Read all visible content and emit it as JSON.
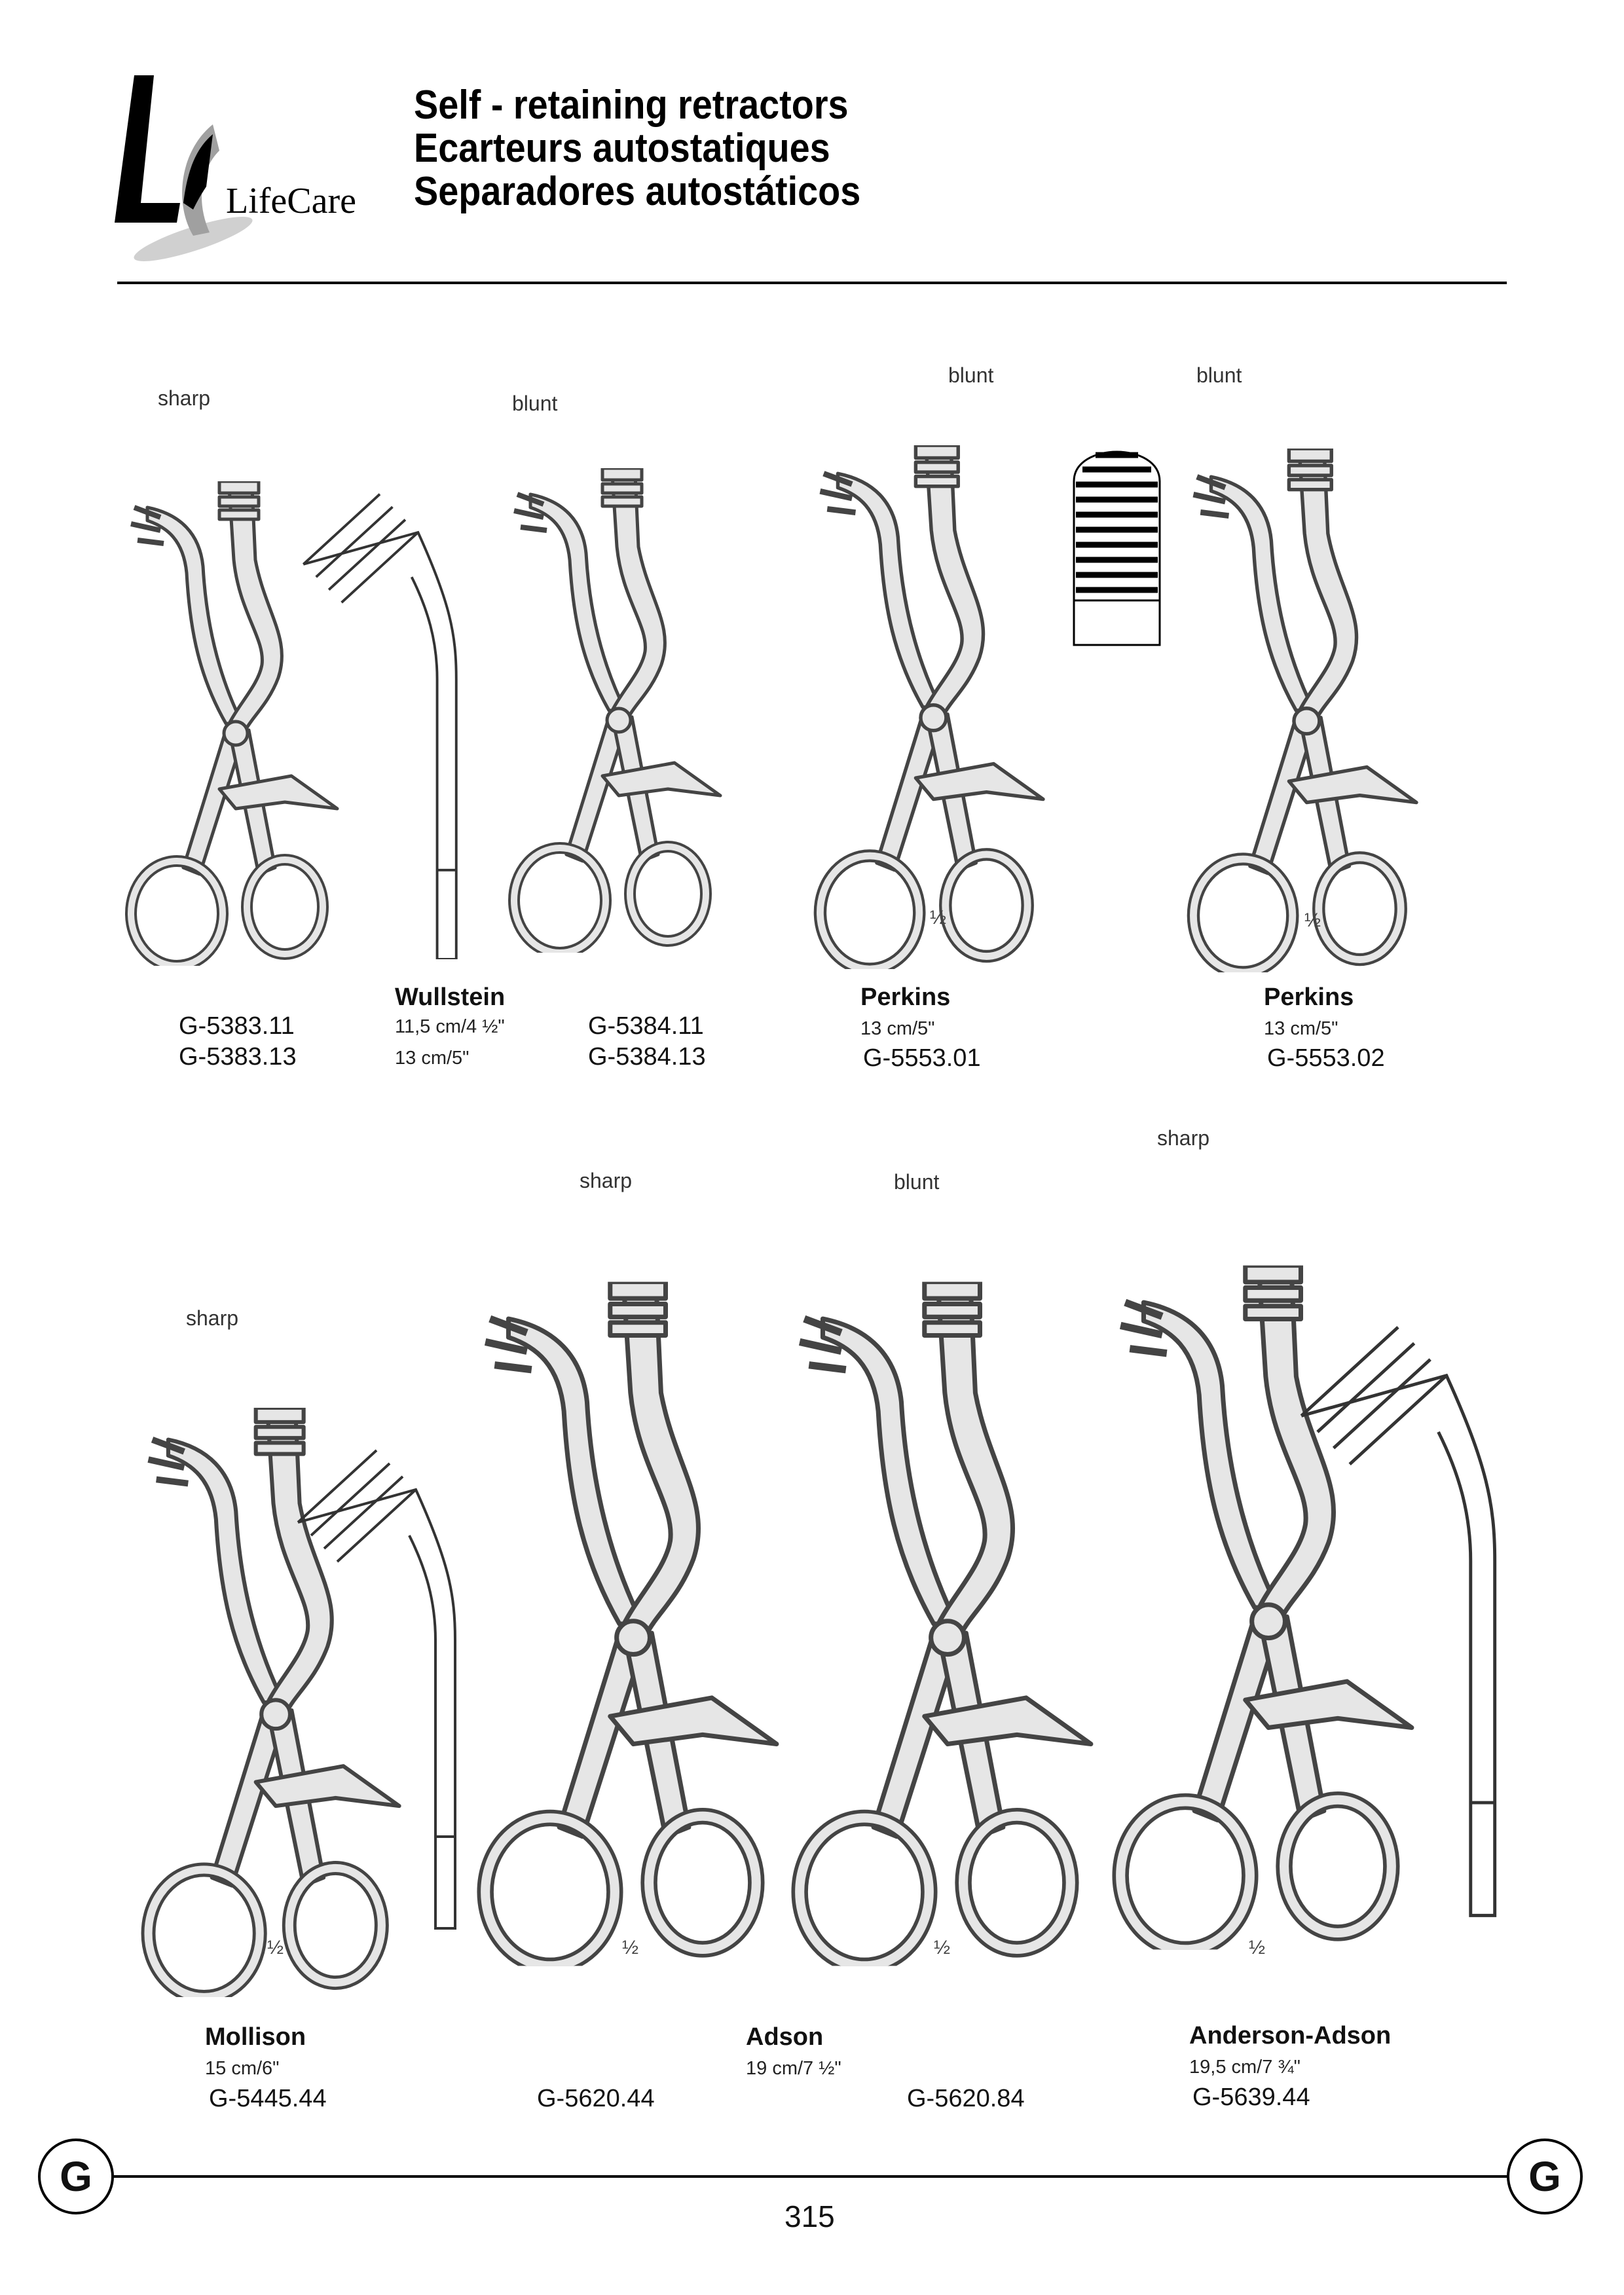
{
  "header": {
    "logo_text": "LifeCare",
    "title_lines": [
      "Self - retaining retractors",
      "Ecarteurs autostatiques",
      "Separadores autostáticos"
    ]
  },
  "row1": {
    "tags": [
      "sharp",
      "blunt",
      "blunt",
      "blunt"
    ],
    "items": [
      {
        "codes": [
          "G-5383.11",
          "G-5383.13"
        ]
      },
      {
        "name": "Wullstein",
        "sizes": [
          "11,5 cm/4 ½\"",
          "13 cm/5\""
        ]
      },
      {
        "codes": [
          "G-5384.11",
          "G-5384.13"
        ]
      },
      {
        "name": "Perkins",
        "size": "13 cm/5\"",
        "code": "G-5553.01",
        "scale": "½"
      },
      {
        "name": "Perkins",
        "size": "13 cm/5\"",
        "code": "G-5553.02",
        "scale": "½"
      }
    ]
  },
  "row2": {
    "tags": [
      "sharp",
      "sharp",
      "blunt",
      "sharp"
    ],
    "items": [
      {
        "name": "Mollison",
        "size": "15 cm/6\"",
        "code": "G-5445.44",
        "scale": "½"
      },
      {
        "code": "G-5620.44",
        "scale": "½"
      },
      {
        "name": "Adson",
        "size": "19 cm/7 ½\"",
        "code": "G-5620.84",
        "scale": "½"
      },
      {
        "name": "Anderson-Adson",
        "size": "19,5 cm/7 ¾\"",
        "code": "G-5639.44",
        "scale": "½"
      }
    ]
  },
  "footer": {
    "section_letter": "G",
    "page_number": "315"
  },
  "colors": {
    "text": "#111111",
    "logo_gray": "#a0a0a0",
    "instrument_fill": "#e6e6e6",
    "instrument_stroke": "#444444"
  }
}
